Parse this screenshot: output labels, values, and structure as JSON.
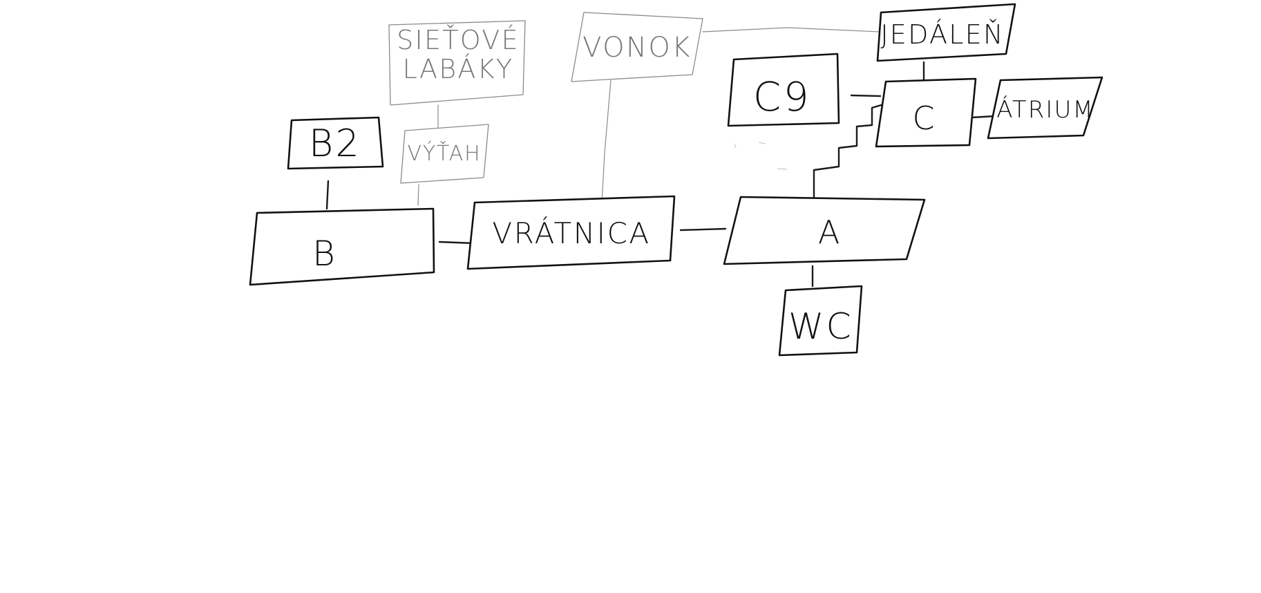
{
  "diagram": {
    "nodes": [
      {
        "id": "sietove_labaky",
        "lines": [
          "SIEŤOVÉ",
          "LABÁKY"
        ],
        "style": "faint"
      },
      {
        "id": "vonok",
        "lines": [
          "VONOK"
        ],
        "style": "faint"
      },
      {
        "id": "jedalen",
        "lines": [
          "JEDÁLEŇ"
        ],
        "style": "solid"
      },
      {
        "id": "c9",
        "lines": [
          "C9"
        ],
        "style": "solid"
      },
      {
        "id": "c",
        "lines": [
          "C"
        ],
        "style": "solid"
      },
      {
        "id": "atrium",
        "lines": [
          "ÁTRIUM"
        ],
        "style": "solid"
      },
      {
        "id": "b2",
        "lines": [
          "B2"
        ],
        "style": "solid"
      },
      {
        "id": "vytah",
        "lines": [
          "VÝŤAH"
        ],
        "style": "faint"
      },
      {
        "id": "b",
        "lines": [
          "B"
        ],
        "style": "solid"
      },
      {
        "id": "vratnica",
        "lines": [
          "VRÁTNICA"
        ],
        "style": "solid"
      },
      {
        "id": "a",
        "lines": [
          "A"
        ],
        "style": "solid"
      },
      {
        "id": "wc",
        "lines": [
          "WC"
        ],
        "style": "solid"
      }
    ],
    "edges": [
      {
        "from": "b2",
        "to": "b",
        "style": "solid"
      },
      {
        "from": "vytah",
        "to": "b",
        "style": "faint"
      },
      {
        "from": "sietove_labaky",
        "to": "vytah",
        "style": "faint"
      },
      {
        "from": "b",
        "to": "vratnica",
        "style": "solid"
      },
      {
        "from": "vonok",
        "to": "vratnica",
        "style": "faint"
      },
      {
        "from": "vonok",
        "to": "jedalen",
        "style": "faint"
      },
      {
        "from": "vratnica",
        "to": "a",
        "style": "solid"
      },
      {
        "from": "a",
        "to": "wc",
        "style": "solid"
      },
      {
        "from": "a",
        "to": "c",
        "style": "solid",
        "kind": "stairs"
      },
      {
        "from": "c9",
        "to": "c",
        "style": "solid"
      },
      {
        "from": "jedalen",
        "to": "c",
        "style": "solid"
      },
      {
        "from": "c",
        "to": "atrium",
        "style": "solid"
      }
    ]
  }
}
